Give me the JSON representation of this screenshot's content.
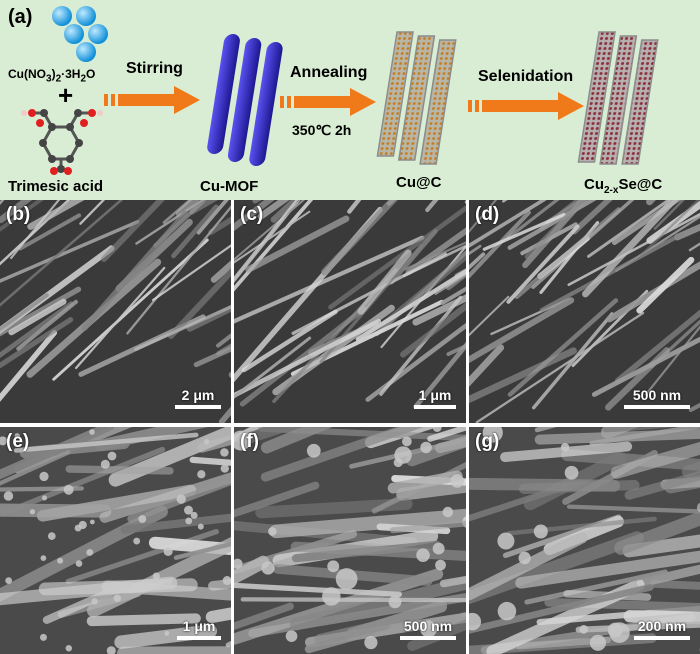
{
  "scheme": {
    "panel_label": "(a)",
    "precursor_salt": "Cu(NO",
    "precursor_salt_sub3": "3",
    "precursor_salt_mid": ")",
    "precursor_salt_sub2": "2",
    "precursor_salt_tail": "·3H",
    "precursor_salt_sub2b": "2",
    "precursor_salt_end": "O",
    "plus": "+",
    "linker": "Trimesic acid",
    "step1": "Stirring",
    "product1": "Cu-MOF",
    "step2": "Annealing",
    "step2_conditions": "350℃  2h",
    "product2": "Cu@C",
    "step3": "Selenidation",
    "product3_main": "Cu",
    "product3_sub": "2-x",
    "product3_tail": "Se@C",
    "colors": {
      "background": "#d8edd3",
      "arrow": "#f07a1a",
      "mof_rod": "#3b32d6",
      "cu_c_rod": "#b9a07a",
      "cuse_rod": "#9e5a5a",
      "cu_ball": "#1aa0e8"
    }
  },
  "panels": [
    {
      "label": "(b)",
      "scale": "2 μm"
    },
    {
      "label": "(c)",
      "scale": "1 μm"
    },
    {
      "label": "(d)",
      "scale": "500 nm"
    },
    {
      "label": "(e)",
      "scale": "1 μm"
    },
    {
      "label": "(f)",
      "scale": "500 nm"
    },
    {
      "label": "(g)",
      "scale": "200 nm"
    }
  ]
}
